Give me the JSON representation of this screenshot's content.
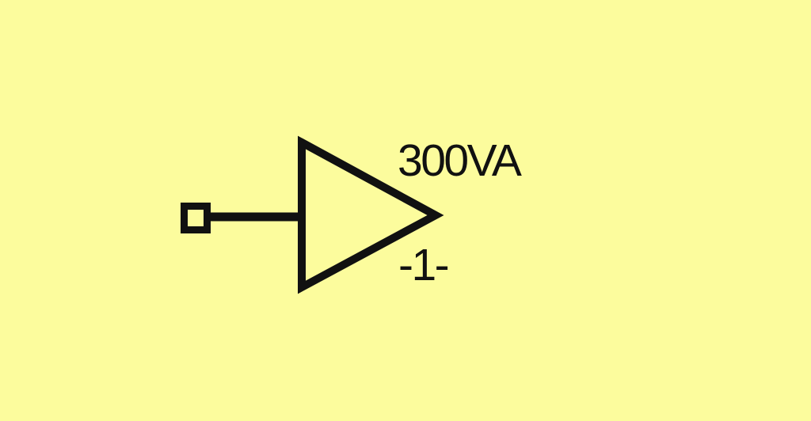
{
  "diagram": {
    "type": "circuit-symbol",
    "symbol": "amplifier",
    "background_color": "#FCFC9D",
    "line_color": "#111111",
    "text_color": "#111111",
    "labels": {
      "rating": "300VA",
      "reference": "-1-"
    },
    "icons": {
      "amplifier_triangle": "right-pointing-open-triangle",
      "input_terminal": "open-square",
      "input_wire": "horizontal-line"
    }
  }
}
